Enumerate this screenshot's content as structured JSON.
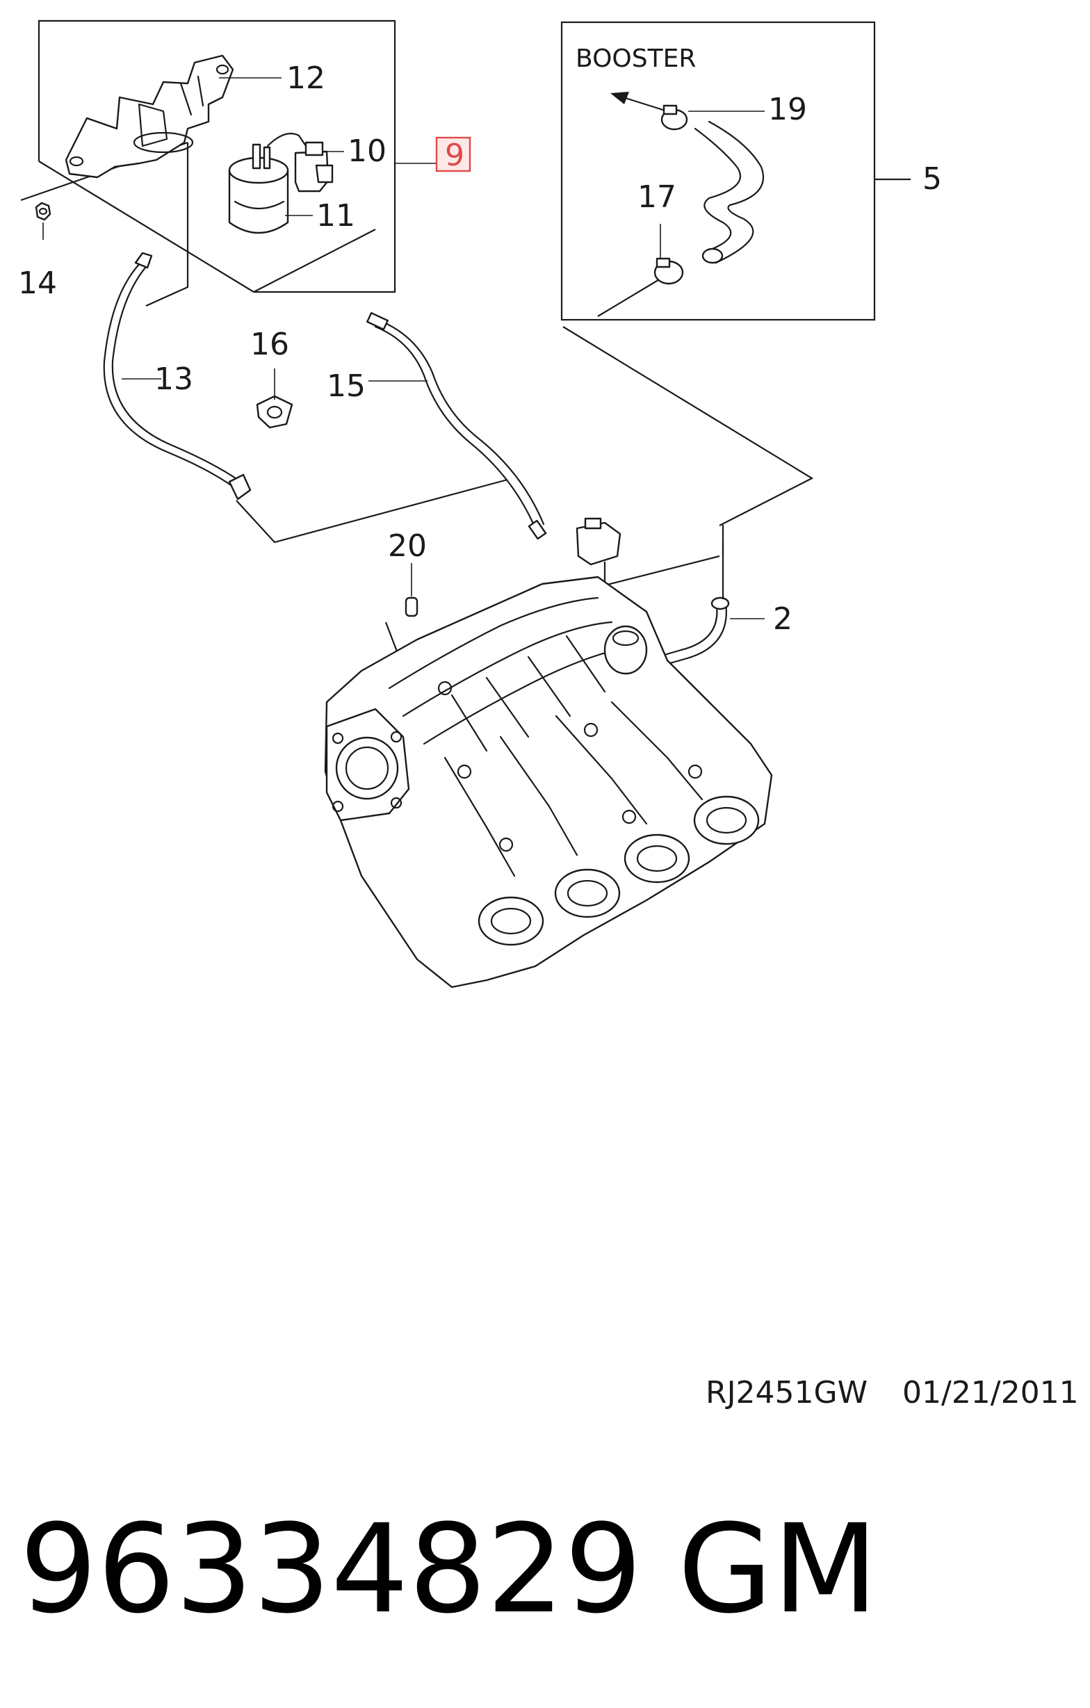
{
  "diagram": {
    "booster_label": "BOOSTER",
    "callouts": {
      "c12": "12",
      "c10": "10",
      "c9": "9",
      "c11": "11",
      "c14": "14",
      "c19": "19",
      "c17": "17",
      "c5": "5",
      "c16": "16",
      "c13": "13",
      "c15": "15",
      "c20": "20",
      "c2": "2"
    },
    "highlighted_callout": "9",
    "highlight_color": "#e04848",
    "drawing_code": "RJ2451GW",
    "drawing_date": "01/21/2011",
    "part_number": "96334829",
    "brand": "GM"
  }
}
